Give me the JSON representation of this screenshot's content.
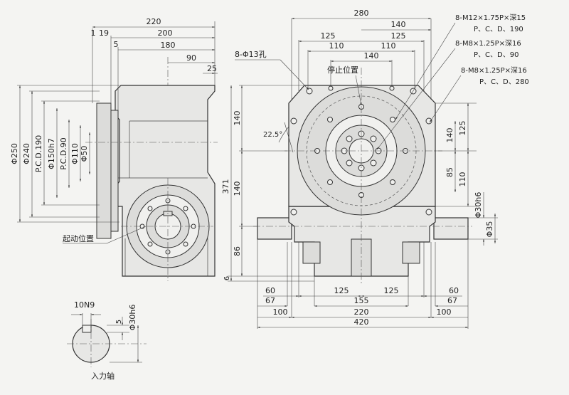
{
  "left_view": {
    "widths": [
      "220",
      "200",
      "180",
      "90",
      "25",
      "1",
      "19",
      "5"
    ],
    "diameters": [
      "Φ250",
      "Φ240",
      "P.C.D.190",
      "Φ150h7",
      "P.C.D.90",
      "Φ110",
      "Φ50"
    ],
    "start_position_label": "起动位置"
  },
  "front_view": {
    "top_dims": [
      "280",
      "140",
      "125",
      "125",
      "110",
      "110",
      "140"
    ],
    "hole_label": "8-Φ13孔",
    "stop_position_label": "停止位置",
    "angle_label": "22.5°",
    "thread_notes": [
      {
        "spec": "8-M12×1.75P×深15",
        "pcd": "P、C、D、190"
      },
      {
        "spec": "8-M8×1.25P×深16",
        "pcd": "P、C、D、90"
      },
      {
        "spec": "8-M8×1.25P×深16",
        "pcd": "P、C、D、280"
      }
    ],
    "left_heights": [
      "140",
      "140",
      "371",
      "86",
      "6"
    ],
    "right_heights": [
      "125",
      "140",
      "110",
      "85"
    ],
    "shaft_diameters": [
      "Φ30h6",
      "Φ35"
    ],
    "bottom_dims_row1": [
      "60",
      "125",
      "125",
      "60"
    ],
    "bottom_dims_row2": [
      "67",
      "155",
      "67"
    ],
    "bottom_dims_row3": [
      "100",
      "220",
      "100"
    ],
    "bottom_dims_row4": [
      "420"
    ]
  },
  "shaft_detail": {
    "key_label": "10N9",
    "depth_label": "5",
    "diameter_label": "Φ30h6",
    "caption": "入力轴"
  }
}
